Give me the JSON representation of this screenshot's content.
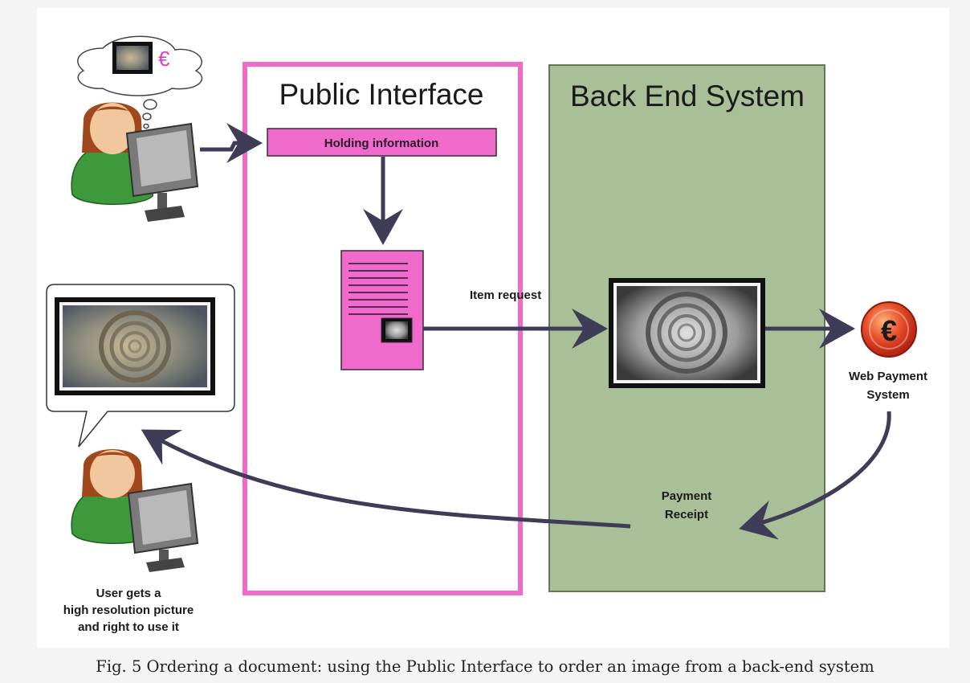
{
  "public_interface": {
    "title": "Public Interface",
    "holding_label": "Holding information"
  },
  "back_end": {
    "title": "Back End System"
  },
  "item_request_label": "Item request",
  "web_payment": {
    "line1": "Web Payment",
    "line2": "System"
  },
  "payment_receipt": {
    "line1": "Payment",
    "line2": "Receipt"
  },
  "user_result": {
    "line1": "User gets a",
    "line2": "high resolution picture",
    "line3": "and right to use it"
  },
  "euro_symbol": "€",
  "caption": "Fig. 5 Ordering a document: using the Public Interface to order an image from a back-end system",
  "colors": {
    "magenta": "#f06acb",
    "magenta_border": "#f26ac8",
    "green_panel": "#a9bf98",
    "green_border": "#607a55",
    "arrow": "#3f3c58"
  }
}
